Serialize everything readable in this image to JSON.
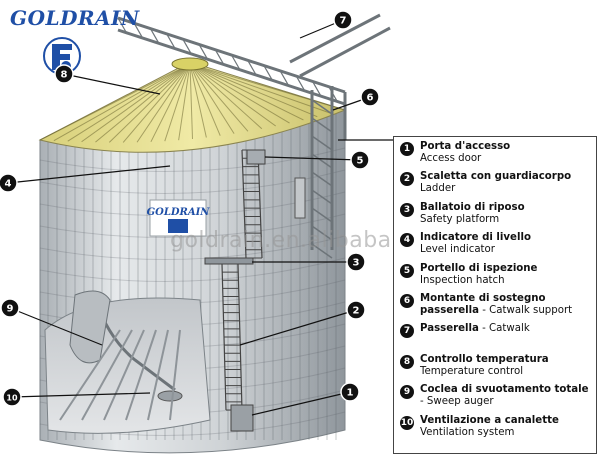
{
  "brand": {
    "name": "GOLDRAIN",
    "badge_name": "GOLDRAIN",
    "watermark": "goldrain.en.alibaba.com"
  },
  "colors": {
    "brand_blue": "#1f4fa6",
    "silo_steel": "#cfd3d6",
    "roof_yellow": "#e8e08a",
    "callout_black": "#111111"
  },
  "legend": {
    "items": [
      {
        "number": "1",
        "italian": "Porta d'accesso",
        "english": "Access door"
      },
      {
        "number": "2",
        "italian": "Scaletta con guardiacorpo",
        "english": "Ladder"
      },
      {
        "number": "3",
        "italian": "Ballatoio di riposo",
        "english": "Safety platform"
      },
      {
        "number": "4",
        "italian": "Indicatore di livello",
        "english": "Level indicator"
      },
      {
        "number": "5",
        "italian": "Portello di ispezione",
        "english": "Inspection hatch"
      },
      {
        "number": "6",
        "italian": "Montante di sostegno passerella",
        "english": "Catwalk support",
        "sep": " - "
      },
      {
        "number": "7",
        "italian": "Passerella",
        "english": "Catwalk",
        "sep": " - "
      },
      {
        "number": "8",
        "italian": "Controllo temperatura",
        "english": "Temperature control"
      },
      {
        "number": "9",
        "italian": "Coclea di svuotamento totale",
        "english": "Sweep auger",
        "sep": " - "
      },
      {
        "number": "10",
        "italian": "Ventilazione a canalette",
        "english": "Ventilation system"
      }
    ]
  },
  "callouts": [
    "1",
    "2",
    "3",
    "4",
    "5",
    "6",
    "7",
    "8",
    "9",
    "10"
  ]
}
